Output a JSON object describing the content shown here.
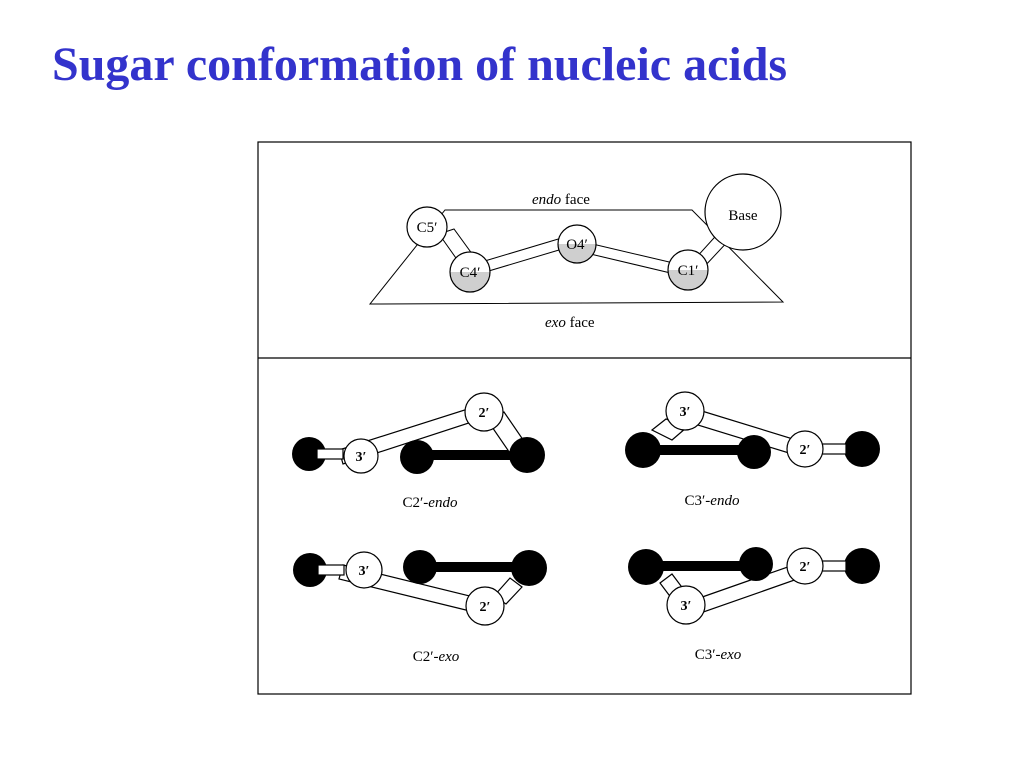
{
  "title": "Sugar conformation of nucleic acids",
  "top_panel": {
    "endo_face": {
      "italic": "endo",
      "rest": " face"
    },
    "exo_face": {
      "italic": "exo",
      "rest": " face"
    },
    "atoms": {
      "c5": "C5′",
      "c4": "C4′",
      "o4": "O4′",
      "c1": "C1′",
      "base": "Base"
    }
  },
  "conformations": [
    {
      "prefix": "C2′-",
      "italic": "endo",
      "upper": "2′",
      "lower": "3′"
    },
    {
      "prefix": "C3′-",
      "italic": "endo",
      "upper": "3′",
      "lower": "2′"
    },
    {
      "prefix": "C2′-",
      "italic": "exo",
      "upper": "3′",
      "lower": "2′"
    },
    {
      "prefix": "C3′-",
      "italic": "exo",
      "upper": "2′",
      "lower": "3′"
    }
  ]
}
